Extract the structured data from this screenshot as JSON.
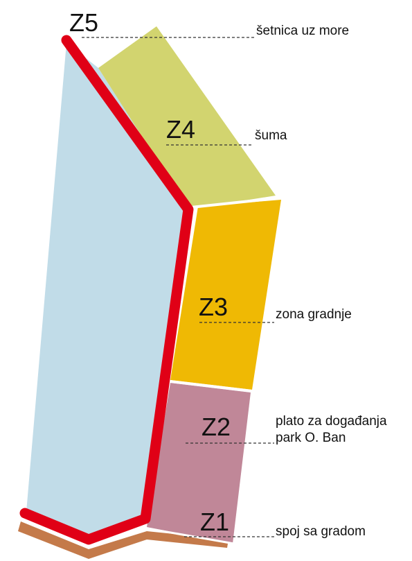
{
  "colors": {
    "water_zone": "#c1dce8",
    "forest_zone": "#d2d46f",
    "building_zone": "#efb904",
    "event_zone": "#c08798",
    "city_link_band": "#c47a4a",
    "promenade_path": "#e00016",
    "text": "#111111"
  },
  "zones": [
    {
      "id": "Z5",
      "label": "Z5",
      "description": "šetnica uz more"
    },
    {
      "id": "Z4",
      "label": "Z4",
      "description": "šuma"
    },
    {
      "id": "Z3",
      "label": "Z3",
      "description": "zona gradnje"
    },
    {
      "id": "Z2",
      "label": "Z2",
      "description_line1": "plato za događanja",
      "description_line2": "park O. Ban"
    },
    {
      "id": "Z1",
      "label": "Z1",
      "description": "spoj sa gradom"
    }
  ]
}
